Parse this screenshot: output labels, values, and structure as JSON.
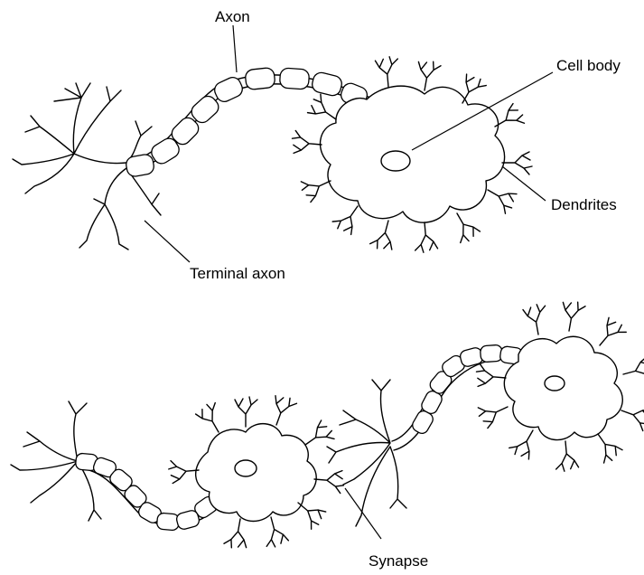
{
  "diagram": {
    "labels": {
      "axon": "Axon",
      "cell_body": "Cell body",
      "dendrites": "Dendrites",
      "terminal_axon": "Terminal axon",
      "synapse": "Synapse"
    }
  }
}
